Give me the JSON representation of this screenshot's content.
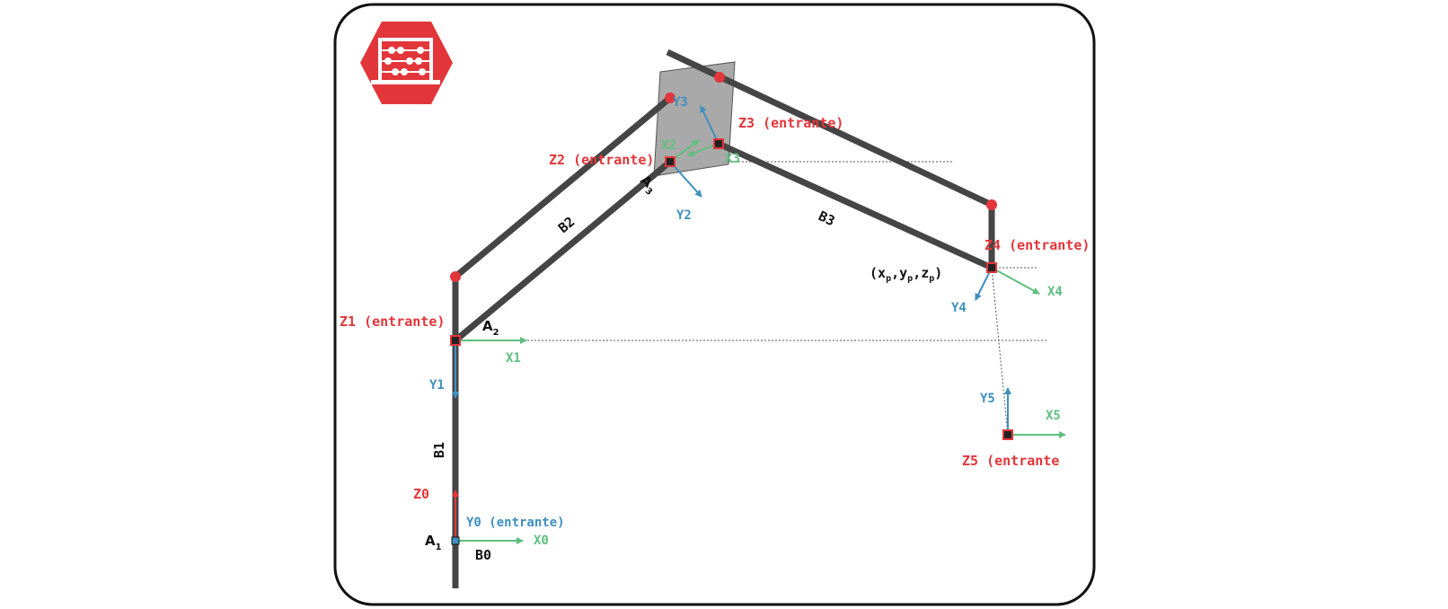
{
  "labels": {
    "z0": "Z0",
    "y0": "Y0 (entrante)",
    "x0": "X0",
    "a1": "A",
    "a1_sub": "1",
    "b0": "B0",
    "b1": "B1",
    "z1": "Z1 (entrante)",
    "x1": "X1",
    "y1": "Y1",
    "a2": "A",
    "a2_sub": "2",
    "b2": "B2",
    "z2": "Z2 (entrante)",
    "x2": "X2",
    "y2": "Y2",
    "a3": "A",
    "a3_sub": "3",
    "y3": "Y3",
    "z3": "Z3 (entrante)",
    "x3": "X3",
    "b3": "B3",
    "z4": "Z4 (entrante)",
    "x4": "X4",
    "y4": "Y4",
    "point_open": "(x",
    "point_sub_x": "p",
    "point_sep1": ",y",
    "point_sub_y": "p",
    "point_sep2": ",z",
    "point_sub_z": "p",
    "point_close": ")",
    "y5": "Y5",
    "x5": "X5",
    "z5": "Z5 (entrante"
  },
  "colors": {
    "link": "#454545",
    "joint": "#e2363a",
    "axis_x": "#5fbf7e",
    "axis_y": "#3f90c0",
    "axis_z": "#e2363a",
    "plate": "#a9a9a9",
    "logo": "#e2363a"
  },
  "icons": {
    "logo": "abacus-icon"
  }
}
